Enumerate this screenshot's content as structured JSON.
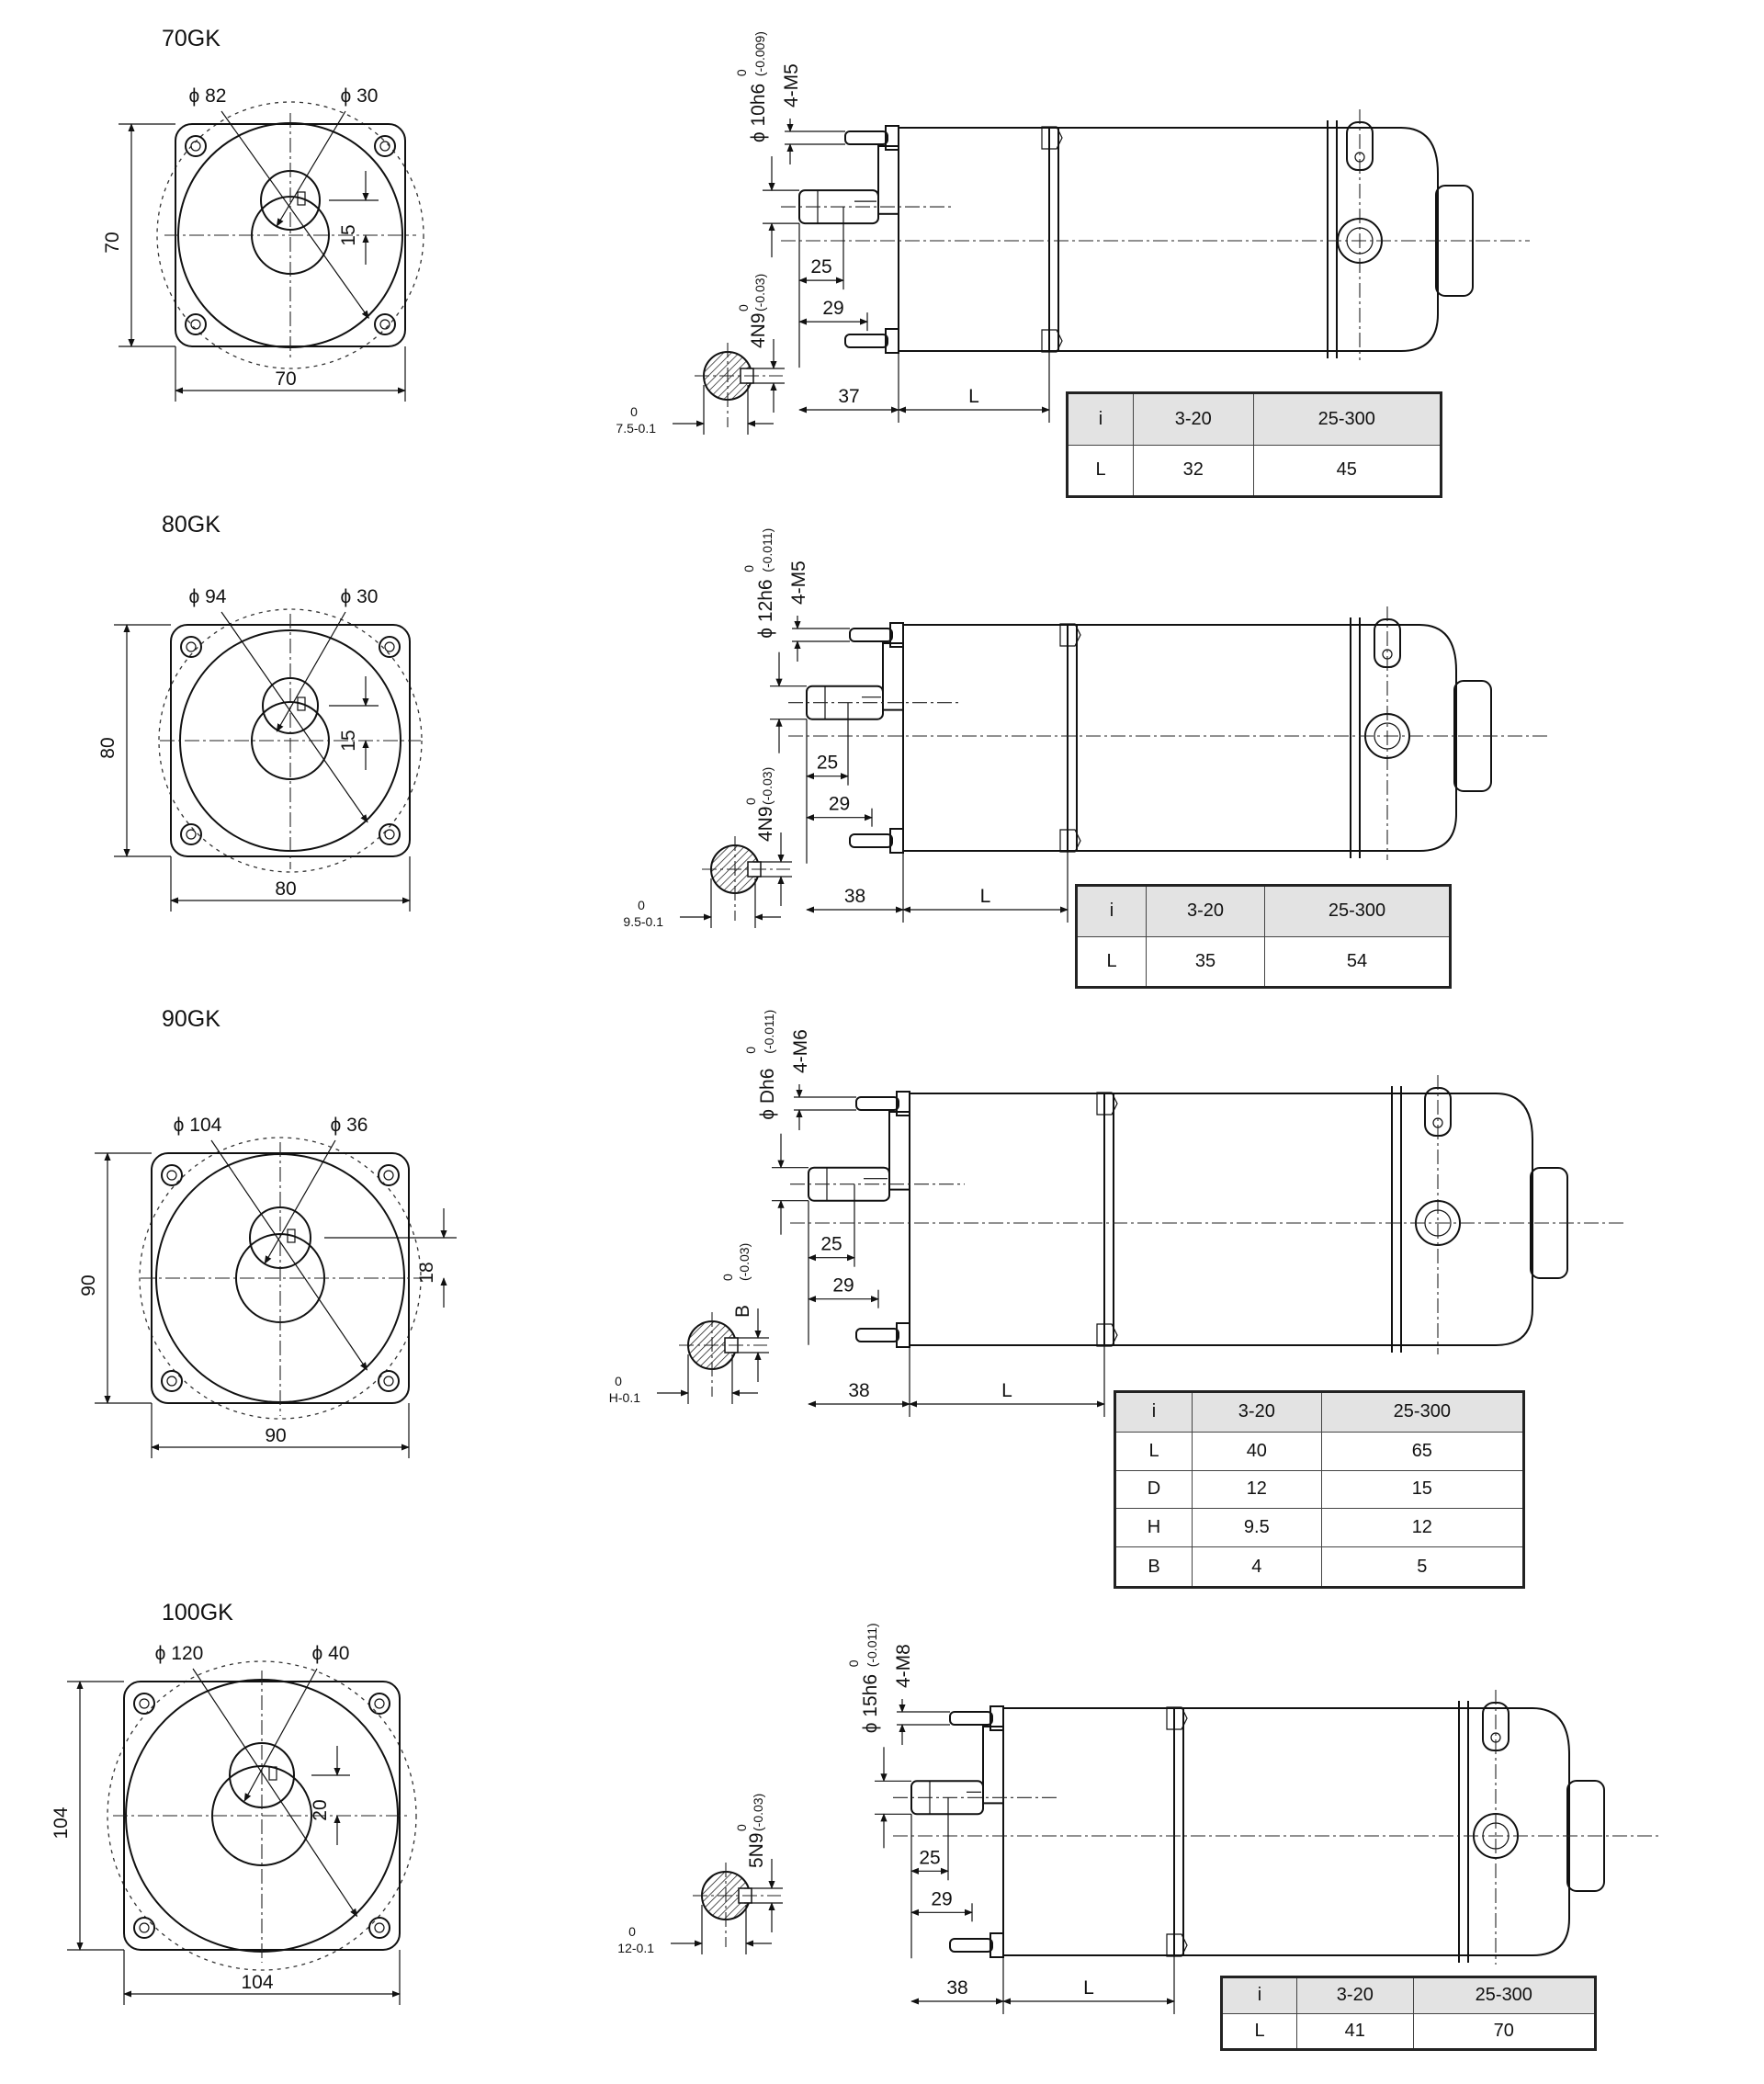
{
  "sections": [
    {
      "model": "70GK",
      "front": {
        "flange_dia": "ϕ 82",
        "pilot_dia": "ϕ 30",
        "offset": "15",
        "side_v": "70",
        "side_h": "70"
      },
      "side": {
        "shaft_tol": "ϕ 10h6",
        "shaft_tol_dev": "(-0.009)",
        "shaft_tol_zero": "0",
        "bolts": "4-M5",
        "key_tol": "4N9",
        "key_tol_dev": "(-0.03)",
        "key_tol_zero": "0",
        "dim_25": "25",
        "dim_29": "29",
        "dim_len": "37",
        "dim_L": "L",
        "section_dim": "7.5-0.1",
        "section_dim_zero": "0"
      },
      "table": {
        "header": [
          "i",
          "3-20",
          "25-300"
        ],
        "rows": [
          [
            "L",
            "32",
            "45"
          ]
        ]
      }
    },
    {
      "model": "80GK",
      "front": {
        "flange_dia": "ϕ 94",
        "pilot_dia": "ϕ 30",
        "offset": "15",
        "side_v": "80",
        "side_h": "80"
      },
      "side": {
        "shaft_tol": "ϕ 12h6",
        "shaft_tol_dev": "(-0.011)",
        "shaft_tol_zero": "0",
        "bolts": "4-M5",
        "key_tol": "4N9",
        "key_tol_dev": "(-0.03)",
        "key_tol_zero": "0",
        "dim_25": "25",
        "dim_29": "29",
        "dim_len": "38",
        "dim_L": "L",
        "section_dim": "9.5-0.1",
        "section_dim_zero": "0"
      },
      "table": {
        "header": [
          "i",
          "3-20",
          "25-300"
        ],
        "rows": [
          [
            "L",
            "35",
            "54"
          ]
        ]
      }
    },
    {
      "model": "90GK",
      "front": {
        "flange_dia": "ϕ 104",
        "pilot_dia": "ϕ 36",
        "offset": "18",
        "side_v": "90",
        "side_h": "90"
      },
      "side": {
        "shaft_tol": "ϕ Dh6",
        "shaft_tol_dev": "(-0.011)",
        "shaft_tol_zero": "0",
        "bolts": "4-M6",
        "key_tol": "B",
        "key_tol_dev": "(-0.03)",
        "key_tol_zero": "0",
        "dim_25": "25",
        "dim_29": "29",
        "dim_len": "38",
        "dim_L": "L",
        "section_dim": "H-0.1",
        "section_dim_zero": "0"
      },
      "table": {
        "header": [
          "i",
          "3-20",
          "25-300"
        ],
        "rows": [
          [
            "L",
            "40",
            "65"
          ],
          [
            "D",
            "12",
            "15"
          ],
          [
            "H",
            "9.5",
            "12"
          ],
          [
            "B",
            "4",
            "5"
          ]
        ]
      }
    },
    {
      "model": "100GK",
      "front": {
        "flange_dia": "ϕ 120",
        "pilot_dia": "ϕ 40",
        "offset": "20",
        "side_v": "104",
        "side_h": "104"
      },
      "side": {
        "shaft_tol": "ϕ 15h6",
        "shaft_tol_dev": "(-0.011)",
        "shaft_tol_zero": "0",
        "bolts": "4-M8",
        "key_tol": "5N9",
        "key_tol_dev": "(-0.03)",
        "key_tol_zero": "0",
        "dim_25": "25",
        "dim_29": "29",
        "dim_len": "38",
        "dim_L": "L",
        "section_dim": "12-0.1",
        "section_dim_zero": "0"
      },
      "table": {
        "header": [
          "i",
          "3-20",
          "25-300"
        ],
        "rows": [
          [
            "L",
            "41",
            "70"
          ]
        ]
      }
    }
  ]
}
